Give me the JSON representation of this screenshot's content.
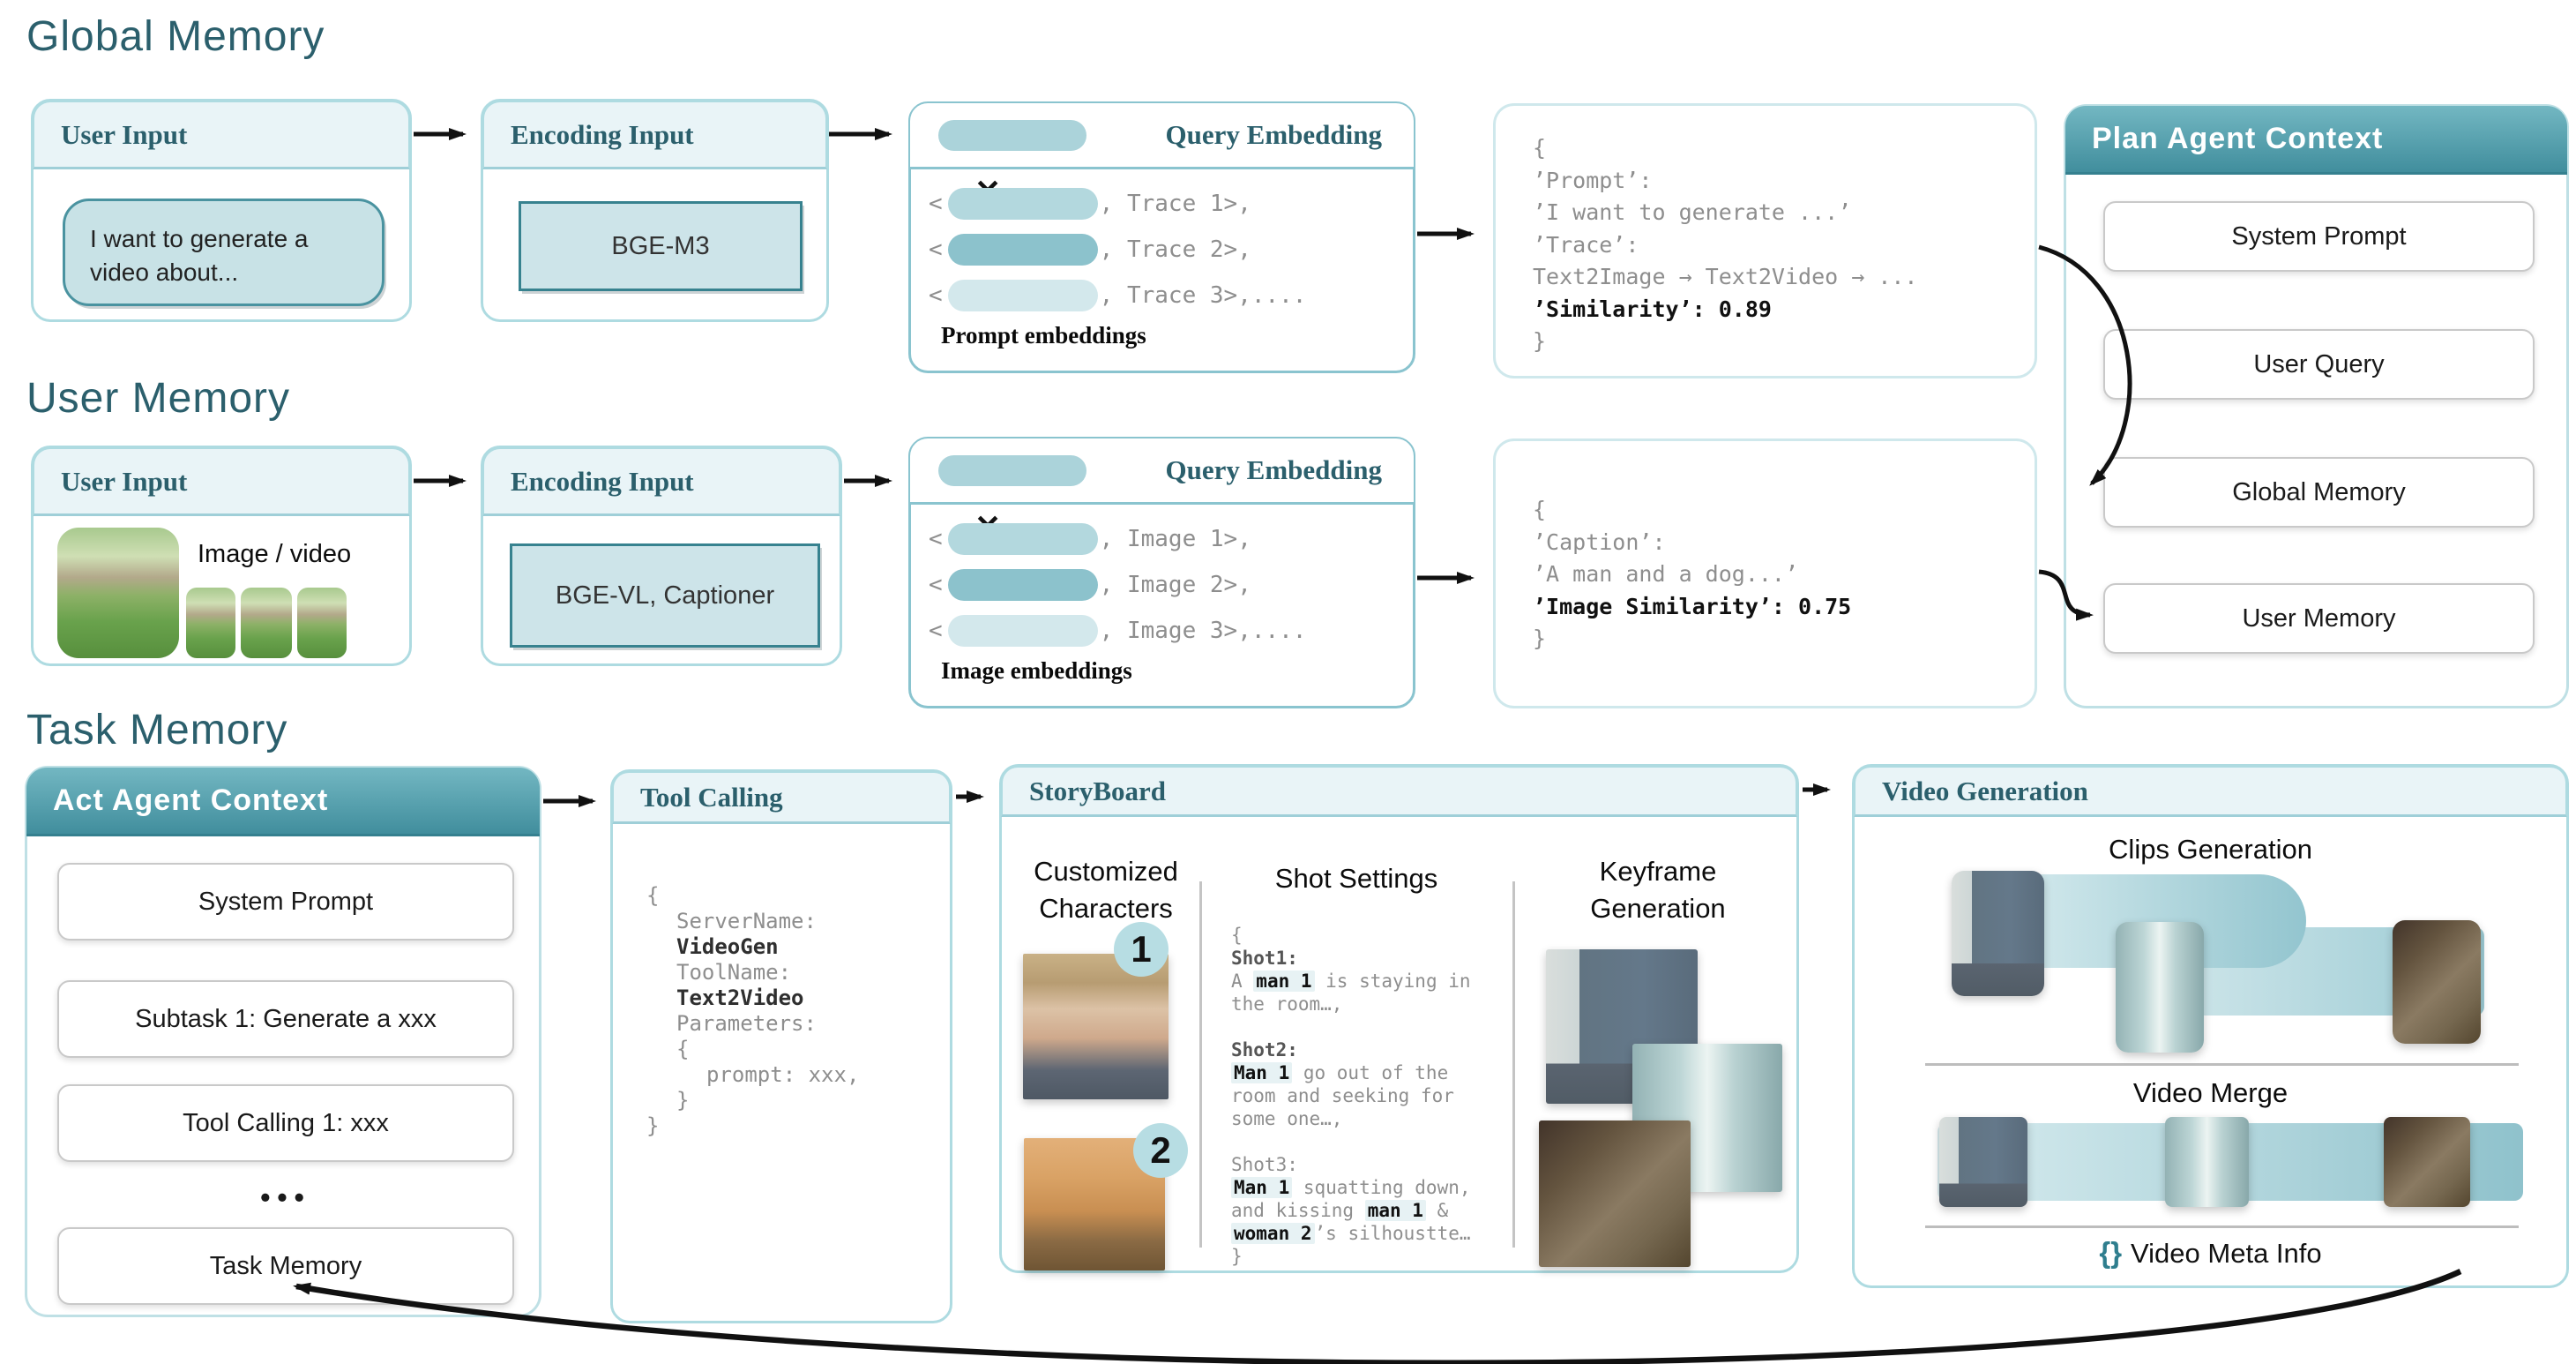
{
  "colors": {
    "accent_teal": "#4a93a0",
    "teal_dark_text": "#2b5f6c",
    "header_strip": "#e9f4f7",
    "card_border": "#aedbe1",
    "query_border": "#8ac4cf",
    "agent_header_top": "#73b7c2",
    "agent_header_bottom": "#418e9d",
    "pill_header": "#abd3da",
    "pill_row1": "#b3d8de",
    "pill_row2": "#8cc2cc",
    "pill_row3": "#d3e8ec",
    "code_gray": "#8e8e8e",
    "highlight_bg": "#e7f2f4",
    "arrow_black": "#111111",
    "band_light": "#d8ecef",
    "band_teal": "#93c5cf"
  },
  "global": {
    "heading": "Global Memory",
    "user_input": {
      "title": "User Input",
      "content": "I want to generate a video about..."
    },
    "encoding": {
      "title": "Encoding Input",
      "model": "BGE-M3"
    },
    "query": {
      "title": "Query Embedding",
      "times": "✕",
      "open_bracket": "<",
      "rows": [
        ", Trace 1>,",
        ", Trace 2>,",
        ", Trace 3>,...."
      ],
      "label": "Prompt embeddings"
    },
    "result": {
      "lines": [
        {
          "text": "{",
          "bold": false
        },
        {
          "text": "’Prompt’:",
          "bold": false
        },
        {
          "text": "’I want to generate ...’",
          "bold": false
        },
        {
          "text": "’Trace’:",
          "bold": false
        },
        {
          "text": "Text2Image → Text2Video → ...",
          "bold": false
        },
        {
          "text": "’Similarity’: 0.89",
          "bold": true
        },
        {
          "text": "}",
          "bold": false
        }
      ]
    },
    "plan": {
      "title": "Plan Agent Context",
      "items": [
        "System Prompt",
        "User Query",
        "Global Memory",
        "User Memory"
      ]
    }
  },
  "user": {
    "heading": "User Memory",
    "user_input": {
      "title": "User Input",
      "caption": "Image / video"
    },
    "encoding": {
      "title": "Encoding Input",
      "model": "BGE-VL, Captioner"
    },
    "query": {
      "title": "Query Embedding",
      "times": "✕",
      "open_bracket": "<",
      "rows": [
        ", Image 1>,",
        ", Image 2>,",
        ", Image 3>,...."
      ],
      "label": "Image embeddings"
    },
    "result": {
      "lines": [
        {
          "text": "{",
          "bold": false
        },
        {
          "text": "’Caption’:",
          "bold": false
        },
        {
          "text": "’A man and a dog...’",
          "bold": false
        },
        {
          "text": "’Image Similarity’: 0.75",
          "bold": true
        },
        {
          "text": "}",
          "bold": false
        }
      ]
    }
  },
  "task": {
    "heading": "Task Memory",
    "act": {
      "title": "Act Agent Context",
      "items": [
        {
          "label": "System Prompt",
          "type": "box"
        },
        {
          "label": "Subtask 1: Generate a xxx",
          "type": "box"
        },
        {
          "label": "Tool Calling 1: xxx",
          "type": "box"
        },
        {
          "label": "•••",
          "type": "dots"
        },
        {
          "label": "Task Memory",
          "type": "box"
        }
      ]
    },
    "tool": {
      "title": "Tool Calling",
      "code": [
        {
          "text": "{",
          "indent": 0,
          "bold": false
        },
        {
          "text": "ServerName:",
          "indent": 1,
          "bold": false
        },
        {
          "text": "VideoGen",
          "indent": 1,
          "bold": true
        },
        {
          "text": "ToolName:",
          "indent": 1,
          "bold": false
        },
        {
          "text": "Text2Video",
          "indent": 1,
          "bold": true
        },
        {
          "text": "Parameters:",
          "indent": 1,
          "bold": false
        },
        {
          "text": "{",
          "indent": 1,
          "bold": false
        },
        {
          "text": "prompt: xxx,",
          "indent": 2,
          "bold": false
        },
        {
          "text": "}",
          "indent": 1,
          "bold": false
        },
        {
          "text": "}",
          "indent": 0,
          "bold": false
        }
      ]
    },
    "storyboard": {
      "title": "StoryBoard",
      "col_characters": {
        "title_line1": "Customized",
        "title_line2": "Characters",
        "badges": [
          "1",
          "2"
        ]
      },
      "col_shots": {
        "title": "Shot Settings",
        "lines": [
          [
            {
              "t": "{",
              "s": "p"
            }
          ],
          [
            {
              "t": "Shot1:",
              "s": "k"
            }
          ],
          [
            {
              "t": "A ",
              "s": "p"
            },
            {
              "t": "man 1",
              "s": "h"
            },
            {
              "t": " is staying in",
              "s": "p"
            }
          ],
          [
            {
              "t": "the room…,",
              "s": "p"
            }
          ],
          [],
          [
            {
              "t": "Shot2:",
              "s": "k"
            }
          ],
          [
            {
              "t": "Man 1",
              "s": "h"
            },
            {
              "t": " go out of the",
              "s": "p"
            }
          ],
          [
            {
              "t": "room and seeking for",
              "s": "p"
            }
          ],
          [
            {
              "t": "some one…,",
              "s": "p"
            }
          ],
          [],
          [
            {
              "t": "Shot3:",
              "s": "p"
            }
          ],
          [
            {
              "t": "Man 1",
              "s": "h"
            },
            {
              "t": " squatting down,",
              "s": "p"
            }
          ],
          [
            {
              "t": "and kissing ",
              "s": "p"
            },
            {
              "t": "man 1",
              "s": "h"
            },
            {
              "t": " &",
              "s": "p"
            }
          ],
          [
            {
              "t": "woman 2",
              "s": "h"
            },
            {
              "t": "’s silhoustte…",
              "s": "p"
            }
          ],
          [
            {
              "t": "}",
              "s": "p"
            }
          ]
        ]
      },
      "col_keyframes": {
        "title_line1": "Keyframe",
        "title_line2": "Generation"
      }
    },
    "video": {
      "title": "Video Generation",
      "clips_title": "Clips Generation",
      "merge_title": "Video Merge",
      "meta_braces": "{}",
      "meta_label": "Video Meta Info"
    }
  }
}
